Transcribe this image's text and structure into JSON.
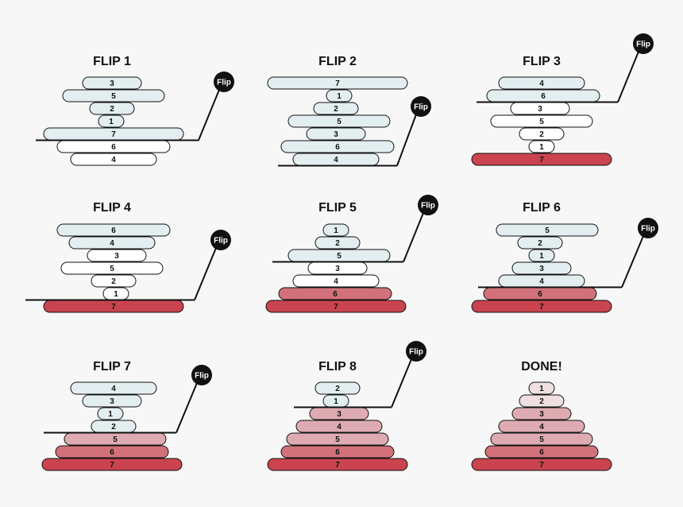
{
  "colors": {
    "blue": "#e3eef0",
    "white": "#ffffff",
    "red": "#c9444e",
    "red_mid": "#d2717a",
    "pink": "#ddabb1",
    "pink_light": "#f0dfe1",
    "outline": "#111111",
    "spatula": "#111111"
  },
  "flip_label": "Flip",
  "panels": [
    {
      "title": "FLIP 1",
      "stack": [
        {
          "n": "3",
          "c": "blue"
        },
        {
          "n": "5",
          "c": "blue"
        },
        {
          "n": "2",
          "c": "blue"
        },
        {
          "n": "1",
          "c": "blue"
        },
        {
          "n": "7",
          "c": "blue"
        },
        {
          "n": "6",
          "c": "white"
        },
        {
          "n": "4",
          "c": "white"
        }
      ],
      "spatula_under": 5,
      "has_spatula": true
    },
    {
      "title": "FLIP 2",
      "stack": [
        {
          "n": "7",
          "c": "blue"
        },
        {
          "n": "1",
          "c": "blue"
        },
        {
          "n": "2",
          "c": "blue"
        },
        {
          "n": "5",
          "c": "blue"
        },
        {
          "n": "3",
          "c": "blue"
        },
        {
          "n": "6",
          "c": "blue"
        },
        {
          "n": "4",
          "c": "blue"
        }
      ],
      "spatula_under": 7,
      "has_spatula": true
    },
    {
      "title": "FLIP 3",
      "stack": [
        {
          "n": "4",
          "c": "blue"
        },
        {
          "n": "6",
          "c": "blue"
        },
        {
          "n": "3",
          "c": "white"
        },
        {
          "n": "5",
          "c": "white"
        },
        {
          "n": "2",
          "c": "white"
        },
        {
          "n": "1",
          "c": "white"
        },
        {
          "n": "7",
          "c": "red"
        }
      ],
      "spatula_under": 2,
      "has_spatula": true
    },
    {
      "title": "FLIP 4",
      "stack": [
        {
          "n": "6",
          "c": "blue"
        },
        {
          "n": "4",
          "c": "blue"
        },
        {
          "n": "3",
          "c": "white"
        },
        {
          "n": "5",
          "c": "white"
        },
        {
          "n": "2",
          "c": "white"
        },
        {
          "n": "1",
          "c": "white"
        },
        {
          "n": "7",
          "c": "red"
        }
      ],
      "spatula_under": 6,
      "has_spatula": true
    },
    {
      "title": "FLIP 5",
      "stack": [
        {
          "n": "1",
          "c": "blue"
        },
        {
          "n": "2",
          "c": "blue"
        },
        {
          "n": "5",
          "c": "blue"
        },
        {
          "n": "3",
          "c": "white"
        },
        {
          "n": "4",
          "c": "white"
        },
        {
          "n": "6",
          "c": "red_mid"
        },
        {
          "n": "7",
          "c": "red"
        }
      ],
      "spatula_under": 3,
      "has_spatula": true
    },
    {
      "title": "FLIP 6",
      "stack": [
        {
          "n": "5",
          "c": "blue"
        },
        {
          "n": "2",
          "c": "blue"
        },
        {
          "n": "1",
          "c": "blue"
        },
        {
          "n": "3",
          "c": "blue"
        },
        {
          "n": "4",
          "c": "blue"
        },
        {
          "n": "6",
          "c": "red_mid"
        },
        {
          "n": "7",
          "c": "red"
        }
      ],
      "spatula_under": 5,
      "has_spatula": true
    },
    {
      "title": "FLIP 7",
      "stack": [
        {
          "n": "4",
          "c": "blue"
        },
        {
          "n": "3",
          "c": "blue"
        },
        {
          "n": "1",
          "c": "blue"
        },
        {
          "n": "2",
          "c": "blue"
        },
        {
          "n": "5",
          "c": "pink"
        },
        {
          "n": "6",
          "c": "red_mid"
        },
        {
          "n": "7",
          "c": "red"
        }
      ],
      "spatula_under": 4,
      "has_spatula": true
    },
    {
      "title": "FLIP 8",
      "stack": [
        {
          "n": "2",
          "c": "blue"
        },
        {
          "n": "1",
          "c": "blue"
        },
        {
          "n": "3",
          "c": "pink"
        },
        {
          "n": "4",
          "c": "pink"
        },
        {
          "n": "5",
          "c": "pink"
        },
        {
          "n": "6",
          "c": "red_mid"
        },
        {
          "n": "7",
          "c": "red"
        }
      ],
      "spatula_under": 2,
      "has_spatula": true
    },
    {
      "title": "DONE!",
      "stack": [
        {
          "n": "1",
          "c": "pink_light"
        },
        {
          "n": "2",
          "c": "pink_light"
        },
        {
          "n": "3",
          "c": "pink"
        },
        {
          "n": "4",
          "c": "pink"
        },
        {
          "n": "5",
          "c": "pink"
        },
        {
          "n": "6",
          "c": "red_mid"
        },
        {
          "n": "7",
          "c": "red"
        }
      ],
      "spatula_under": 0,
      "has_spatula": false
    }
  ]
}
